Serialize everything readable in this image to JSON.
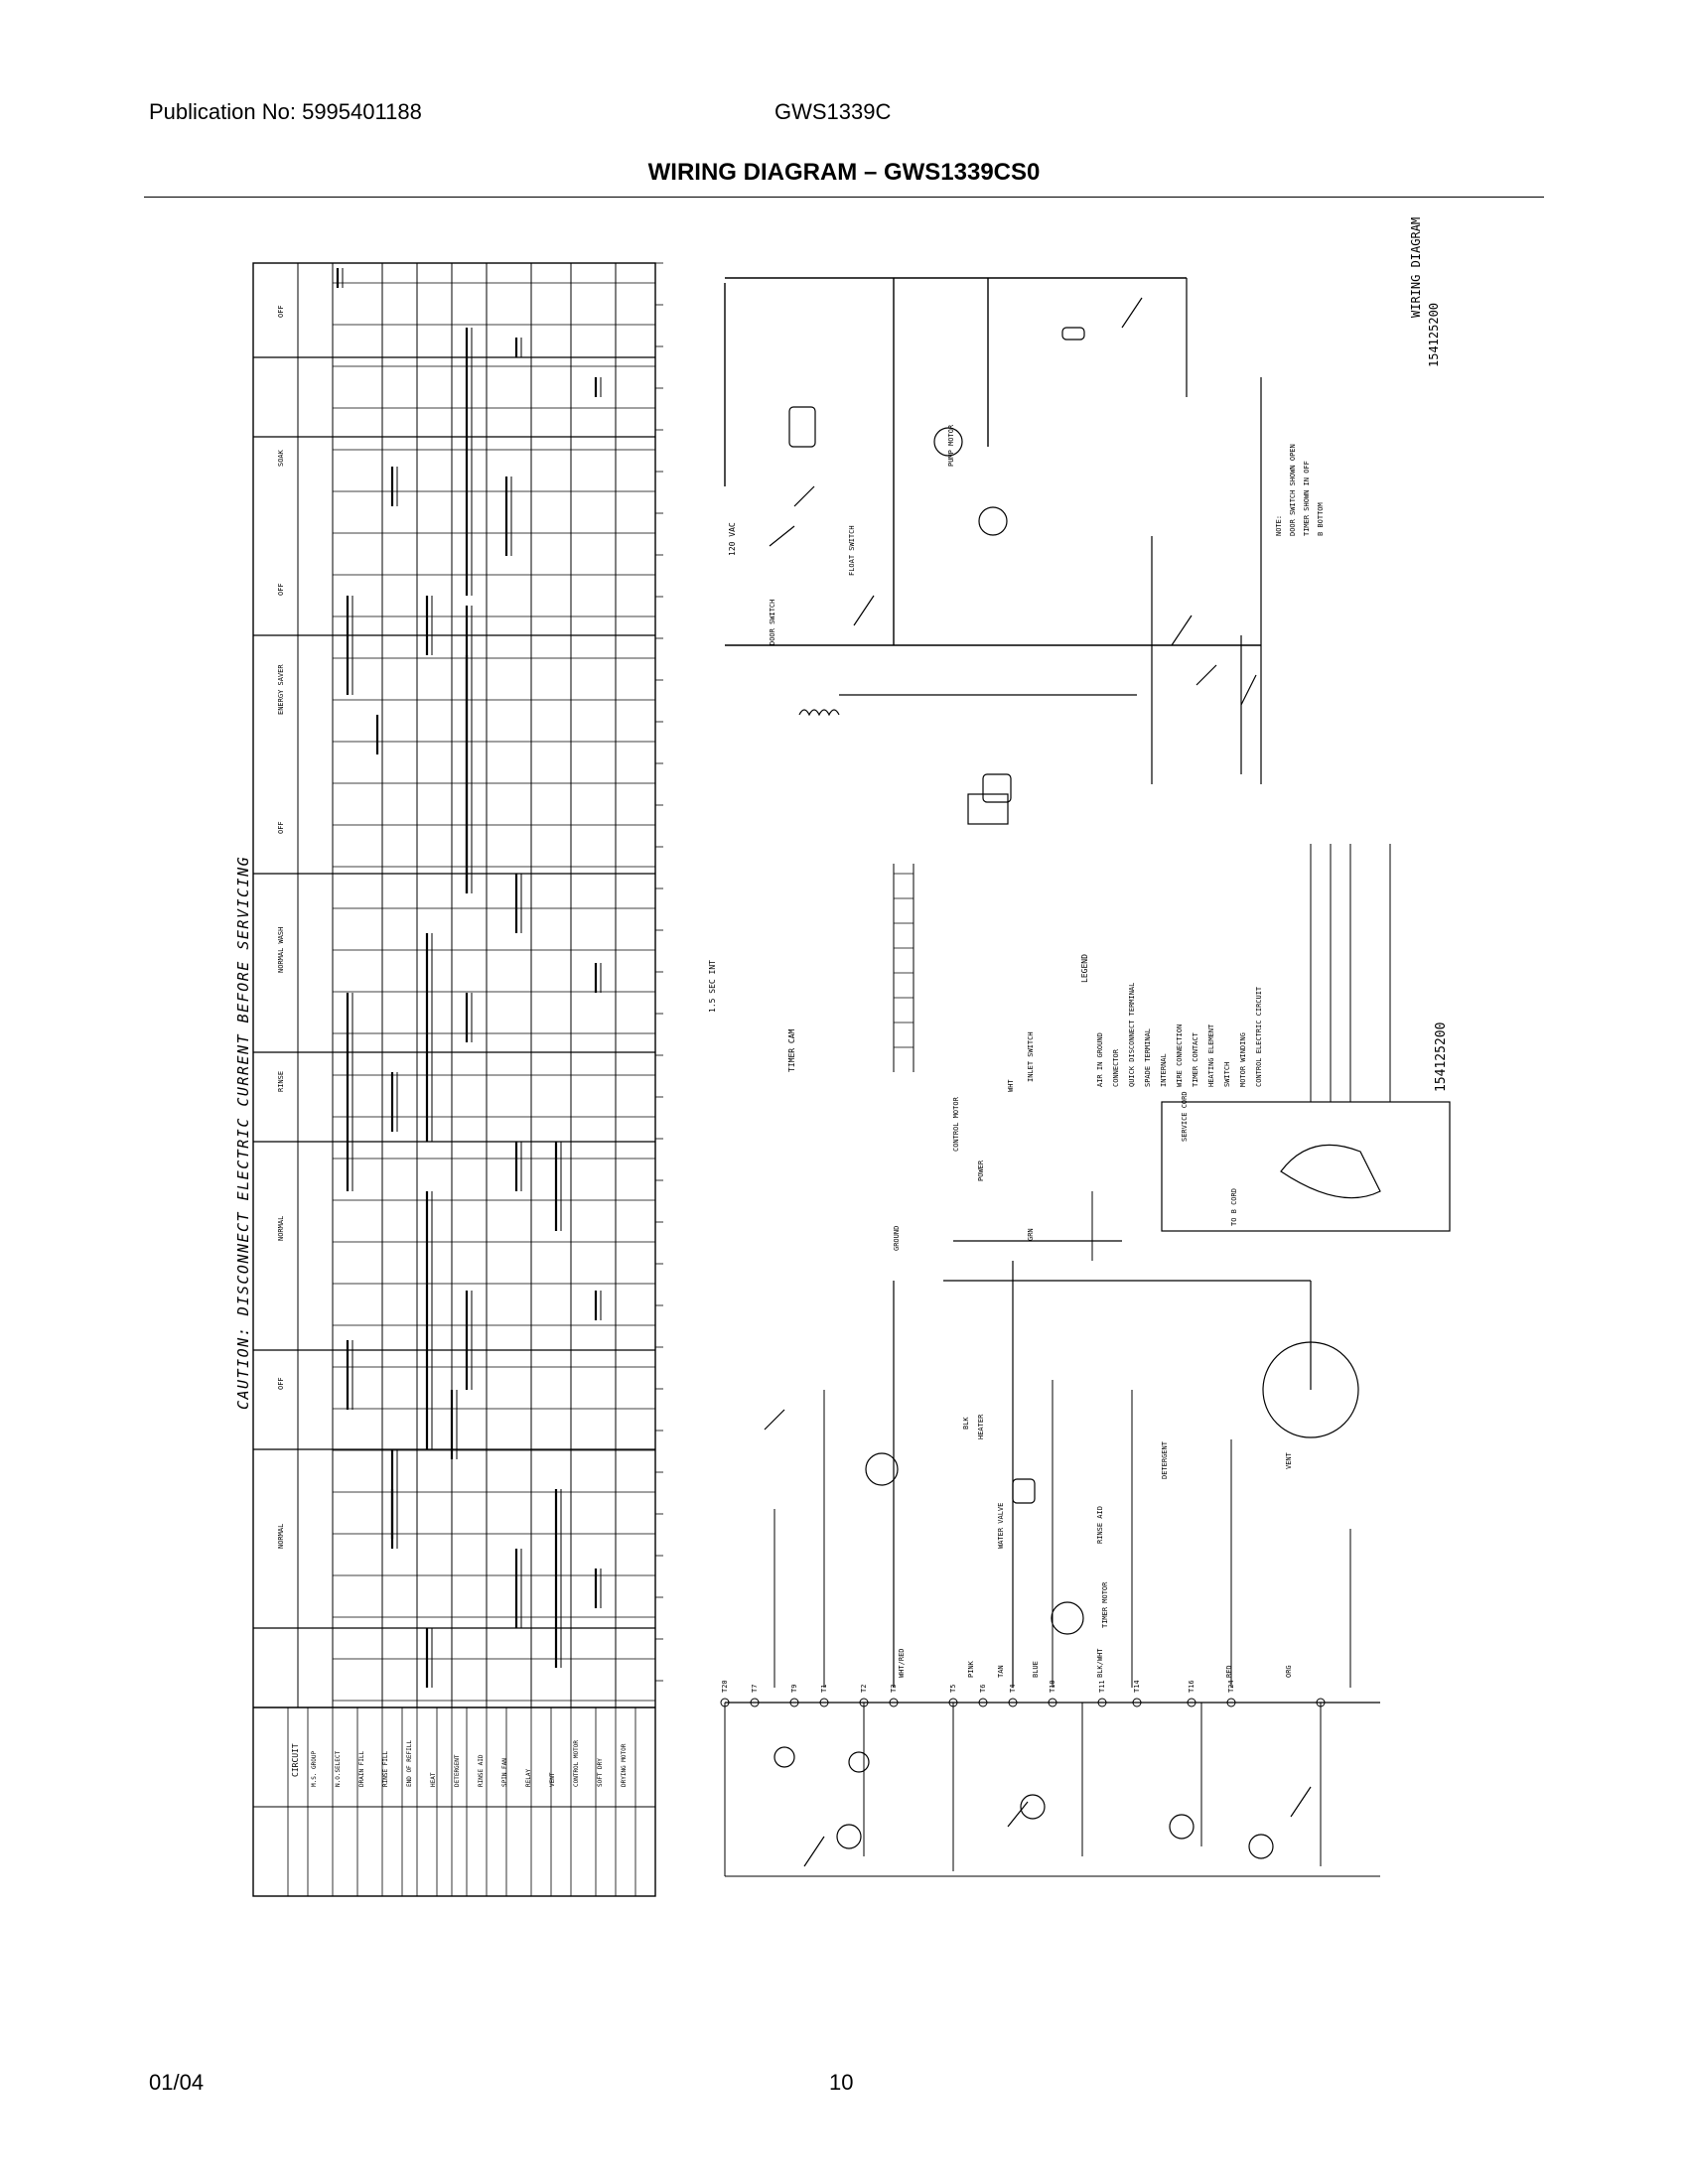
{
  "header": {
    "publication": "Publication No: 5995401188",
    "model": "GWS1339C",
    "title": "WIRING DIAGRAM – GWS1339CS0"
  },
  "footer": {
    "date": "01/04",
    "page": "10"
  },
  "diagram": {
    "caution": "CAUTION: DISCONNECT ELECTRIC CURRENT BEFORE SERVICING",
    "drawing_title": "WIRING DIAGRAM",
    "part_number": "154125200",
    "circuit_column_header": "CIRCUIT",
    "circuit_rows": [
      "M.S. GROUP",
      "N.O.SELECT",
      "DRAIN FILL",
      "RINSE FILL",
      "END OF REFILL",
      "HEAT",
      "DETERGENT",
      "RINSE AID",
      "SPIN FAN",
      "RELAY",
      "VENT",
      "CONTROL MOTOR",
      "SOFT DRY",
      "DRYING MOTOR"
    ],
    "cycle_headers": [
      "OFF",
      "SOAK",
      "OFF",
      "ENERGY SAVER",
      "OFF",
      "NORMAL WASH",
      "RINSE",
      "NORMAL",
      "OFF",
      "NORMAL"
    ],
    "wire_colors": [
      "BLK",
      "WHT",
      "GRN",
      "RED",
      "BLUE",
      "TAN",
      "PINK",
      "BLK/WHT",
      "WHT/RED",
      "ORG"
    ],
    "terminal_labels": [
      "T20",
      "T7",
      "T9",
      "T1",
      "T2",
      "T3",
      "T5",
      "T6",
      "T4",
      "T10",
      "T11",
      "T14",
      "T16",
      "T24"
    ],
    "component_labels": [
      "DOOR SWITCH",
      "FLOAT SWITCH",
      "PUMP MOTOR",
      "TIMER MOTOR",
      "WATER VALVE",
      "VENT",
      "DETERGENT",
      "HEATER",
      "RINSE AID",
      "CONTROL MOTOR",
      "INLET SWITCH",
      "SERVICE CORD",
      "TO B CORD",
      "POWER",
      "GROUND"
    ],
    "legend_title": "LEGEND",
    "legend_items": [
      "AIR IN GROUND",
      "CONNECTOR",
      "QUICK DISCONNECT TERMINAL",
      "SPADE TERMINAL",
      "INTERNAL",
      "WIRE CONNECTION",
      "TIMER CONTACT",
      "HEATING ELEMENT",
      "SWITCH",
      "MOTOR WINDING",
      "CONTROL ELECTRIC CIRCUIT"
    ],
    "notes": [
      "NOTE:",
      "DOOR SWITCH SHOWN OPEN",
      "TIMER SHOWN IN OFF",
      "B BOTTOM"
    ],
    "voltage": "120 VAC",
    "timer_interval": "1.5 SEC INT",
    "cam_label": "TIMER CAM"
  },
  "colors": {
    "ink": "#000000",
    "paper": "#ffffff"
  }
}
